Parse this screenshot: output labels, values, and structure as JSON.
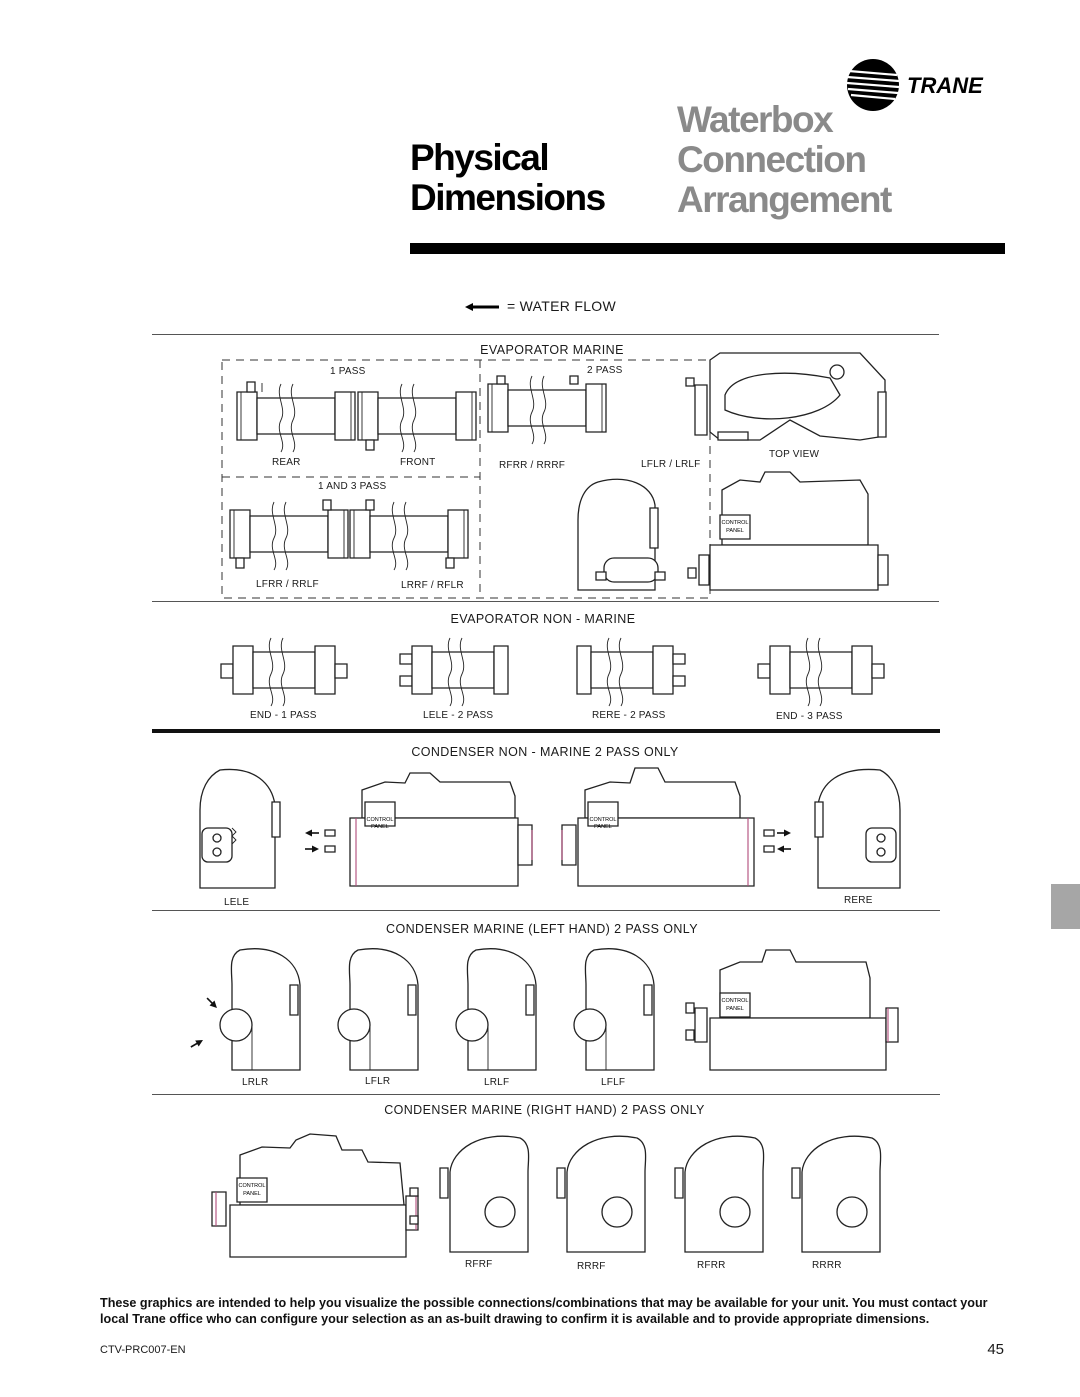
{
  "header": {
    "brand": "TRANE",
    "title_left_1": "Physical",
    "title_left_2": "Dimensions",
    "title_right_1": "Waterbox",
    "title_right_2": "Connection",
    "title_right_3": "Arrangement"
  },
  "legend": {
    "text": "=  WATER FLOW"
  },
  "evap_marine": {
    "title": "EVAPORATOR MARINE",
    "pass1": "1 PASS",
    "pass2": "2 PASS",
    "rear": "REAR",
    "front": "FRONT",
    "rfrr": "RFRR / RRRF",
    "lflr": "LFLR / LRLF",
    "top_view": "TOP VIEW",
    "pass13": "1 AND 3 PASS",
    "lfrr": "LFRR / RRLF",
    "lrrf": "LRRF / RFLR"
  },
  "evap_non_marine": {
    "title": "EVAPORATOR NON - MARINE",
    "labels": [
      "END - 1 PASS",
      "LELE - 2 PASS",
      "RERE - 2 PASS",
      "END - 3 PASS"
    ]
  },
  "cond_non_marine": {
    "title": "CONDENSER NON - MARINE 2 PASS ONLY",
    "left": "LELE",
    "right": "RERE"
  },
  "cond_marine_left": {
    "title": "CONDENSER MARINE (LEFT HAND) 2 PASS ONLY",
    "labels": [
      "LRLR",
      "LFLR",
      "LRLF",
      "LFLF"
    ]
  },
  "cond_marine_right": {
    "title": "CONDENSER MARINE (RIGHT HAND) 2 PASS ONLY",
    "labels": [
      "RFRF",
      "RRRF",
      "RFRR",
      "RRRR"
    ]
  },
  "control_panel": {
    "line1": "CONTROL",
    "line2": "PANEL"
  },
  "footer": {
    "note": "These graphics are intended to help you visualize the possible connections/combinations that may be available for your unit. You must contact your local Trane office who can configure your selection as an as-built drawing to confirm it is available and to provide appropriate dimensions.",
    "doc_number": "CTV-PRC007-EN",
    "page_number": "45"
  }
}
